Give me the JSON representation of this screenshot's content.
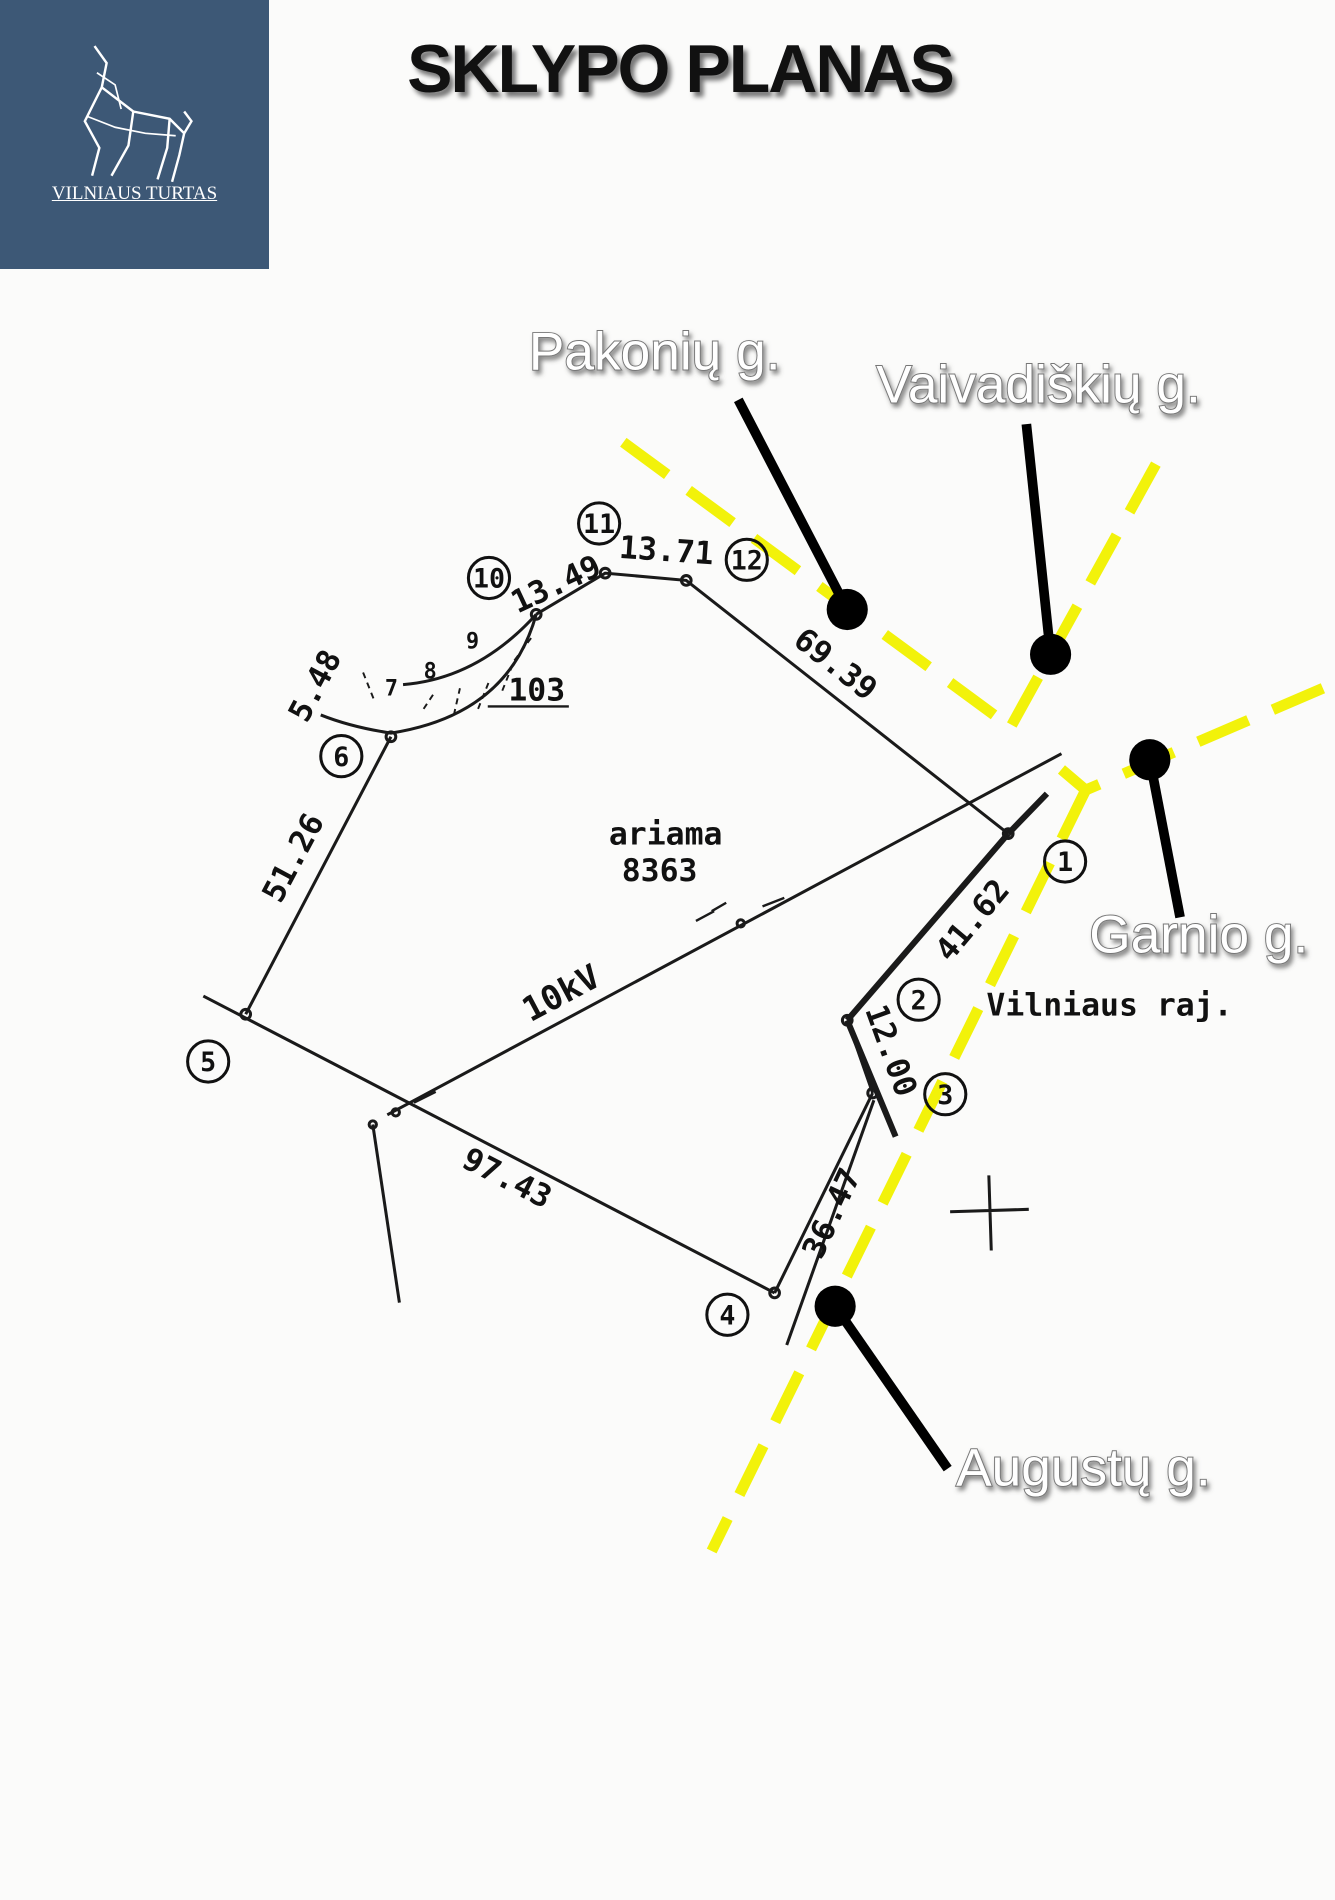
{
  "header": {
    "title": "SKLYPO PLANAS",
    "logo_text": "VILNIAUS TURTAS"
  },
  "streets": {
    "pakoniu": "Pakonių g.",
    "vaivadiskiu": "Vaivadiškių g.",
    "garnio": "Garnio g.",
    "augustu": "Augustų g."
  },
  "plan": {
    "land_use": "ariama",
    "area": "8363",
    "power_line": "10kV",
    "district": "Vilniaus raj.",
    "hatched_area_id": "103",
    "hatch_numbers": [
      "7",
      "8",
      "9"
    ],
    "points": [
      "1",
      "2",
      "3",
      "4",
      "5",
      "6",
      "10",
      "11",
      "12"
    ],
    "distances": {
      "d_1_2": "41.62",
      "d_2_3": "12.00",
      "d_3_4": "36.47",
      "d_4_5": "97.43",
      "d_5_6": "51.26",
      "d_6_7": "5.48",
      "d_10_11": "13.49",
      "d_11_12": "13.71",
      "d_12_1": "69.39"
    }
  },
  "colors": {
    "logo_bg": "#3d5876",
    "road": "#f2f20a"
  }
}
